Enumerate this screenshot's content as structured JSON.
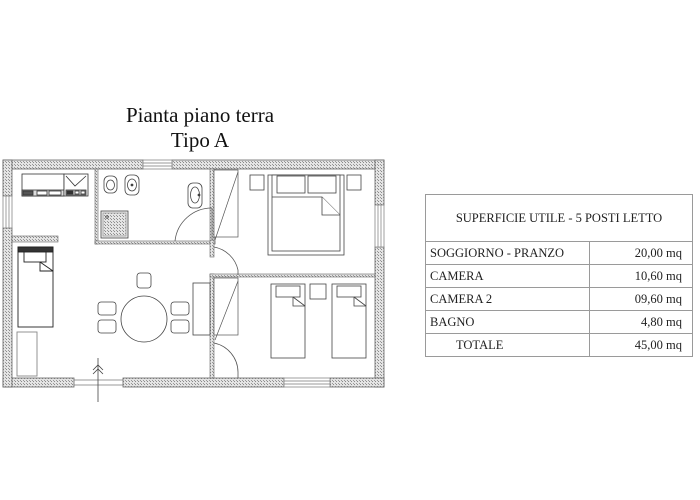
{
  "title": {
    "line1": "Pianta piano terra",
    "line2": "Tipo A"
  },
  "table": {
    "header": "SUPERFICIE UTILE - 5 POSTI LETTO",
    "rows": [
      {
        "label": "SOGGIORNO - PRANZO",
        "value": "20,00 mq"
      },
      {
        "label": "CAMERA",
        "value": "10,60 mq"
      },
      {
        "label": "CAMERA 2",
        "value": "09,60 mq"
      },
      {
        "label": "BAGNO",
        "value": "4,80 mq"
      }
    ],
    "total": {
      "label": "TOTALE",
      "value": "45,00 mq"
    }
  },
  "plan": {
    "rooms": [
      "kitchen-living",
      "bathroom",
      "double-bedroom",
      "twin-bedroom"
    ],
    "colors": {
      "wall_fill": "#cfcfcf",
      "line": "#555555",
      "furniture": "#333333"
    }
  }
}
